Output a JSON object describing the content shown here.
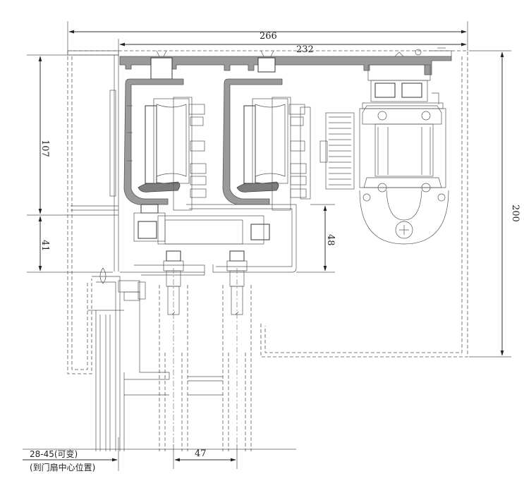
{
  "dimensions": {
    "overall_width": "266",
    "profile_width": "232",
    "total_height": "200",
    "upper_height": "107",
    "mid_height": "41",
    "carriage_drop": "48",
    "track_spacing": "47"
  },
  "notes": {
    "offset_range": "28-45(可变)",
    "offset_description": "(到门扇中心位置)"
  },
  "colors": {
    "line": "#333333",
    "profile_fill": "#9a9a9a"
  }
}
